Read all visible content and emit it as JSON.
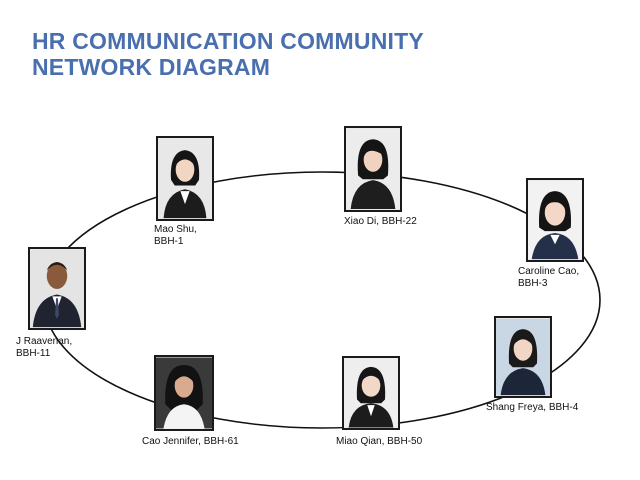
{
  "title": {
    "line1": "HR COMMUNICATION COMMUNITY",
    "line2": "NETWORK DIAGRAM"
  },
  "colors": {
    "title": "#4a6fae",
    "ring": "#111111",
    "frame": "#1a1a1a"
  },
  "people": [
    {
      "id": "mao-shu",
      "label_line1": "Mao Shu,",
      "label_line2": "BBH-1"
    },
    {
      "id": "xiao-di",
      "label_line1": "Xiao Di, BBH-22",
      "label_line2": ""
    },
    {
      "id": "caroline-cao",
      "label_line1": "Caroline Cao,",
      "label_line2": "BBH-3"
    },
    {
      "id": "shang-freya",
      "label_line1": "Shang Freya, BBH-4",
      "label_line2": ""
    },
    {
      "id": "miao-qian",
      "label_line1": "Miao Qian, BBH-50",
      "label_line2": ""
    },
    {
      "id": "cao-jennifer",
      "label_line1": "Cao Jennifer, BBH-61",
      "label_line2": ""
    },
    {
      "id": "j-raavenan",
      "label_line1": "J Raavenan,",
      "label_line2": "BBH-11"
    }
  ]
}
